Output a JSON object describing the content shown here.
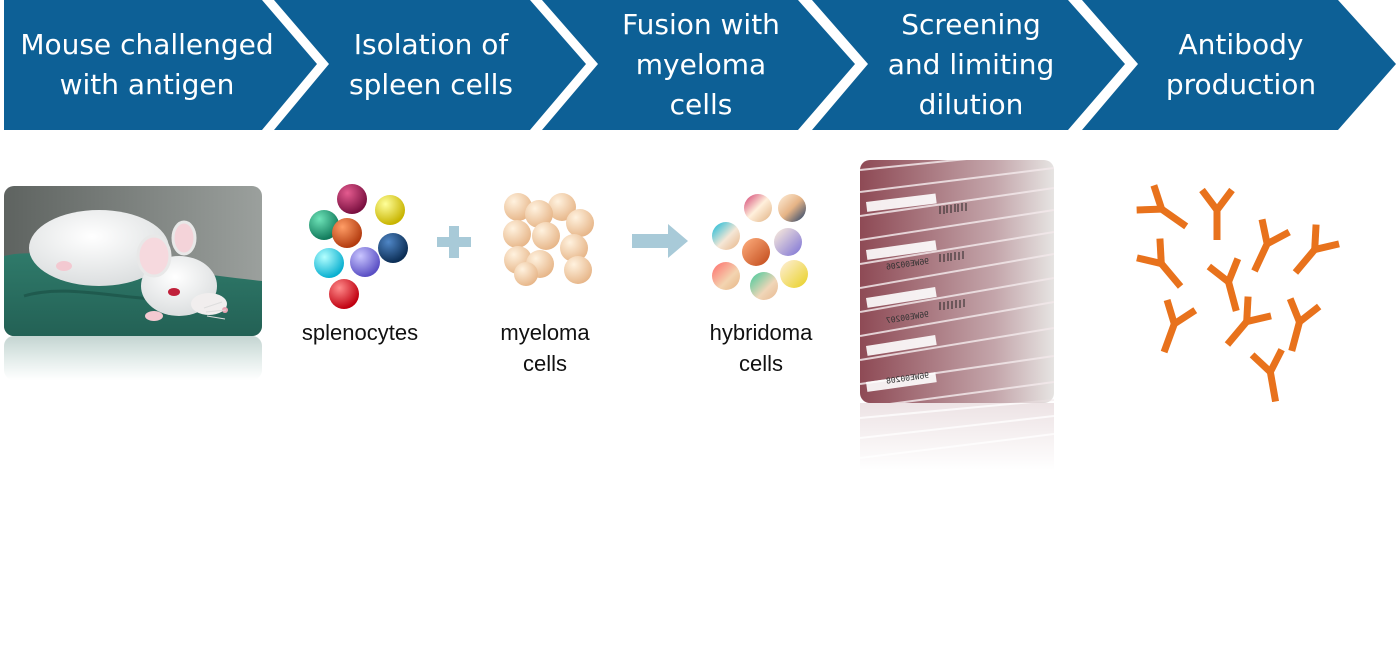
{
  "steps": [
    {
      "label": "Mouse challenged\nwith antigen"
    },
    {
      "label": "Isolation of\nspleen cells"
    },
    {
      "label": "Fusion with\nmyeloma\ncells"
    },
    {
      "label": "Screening\nand limiting\ndilution"
    },
    {
      "label": "Antibody\nproduction"
    }
  ],
  "captions": {
    "splenocytes": "splenocytes",
    "myeloma": "myeloma\ncells",
    "hybridoma": "hybridoma\ncells"
  },
  "colors": {
    "chevron": "#0d6096",
    "plus": "#a8cad8",
    "arrow": "#a8cad8",
    "antibody": "#e8721c",
    "myeloma_cell": "#f7d3a8"
  },
  "plate_labels": [
    "96WE00206",
    "96WE00207",
    "96WE00208"
  ]
}
